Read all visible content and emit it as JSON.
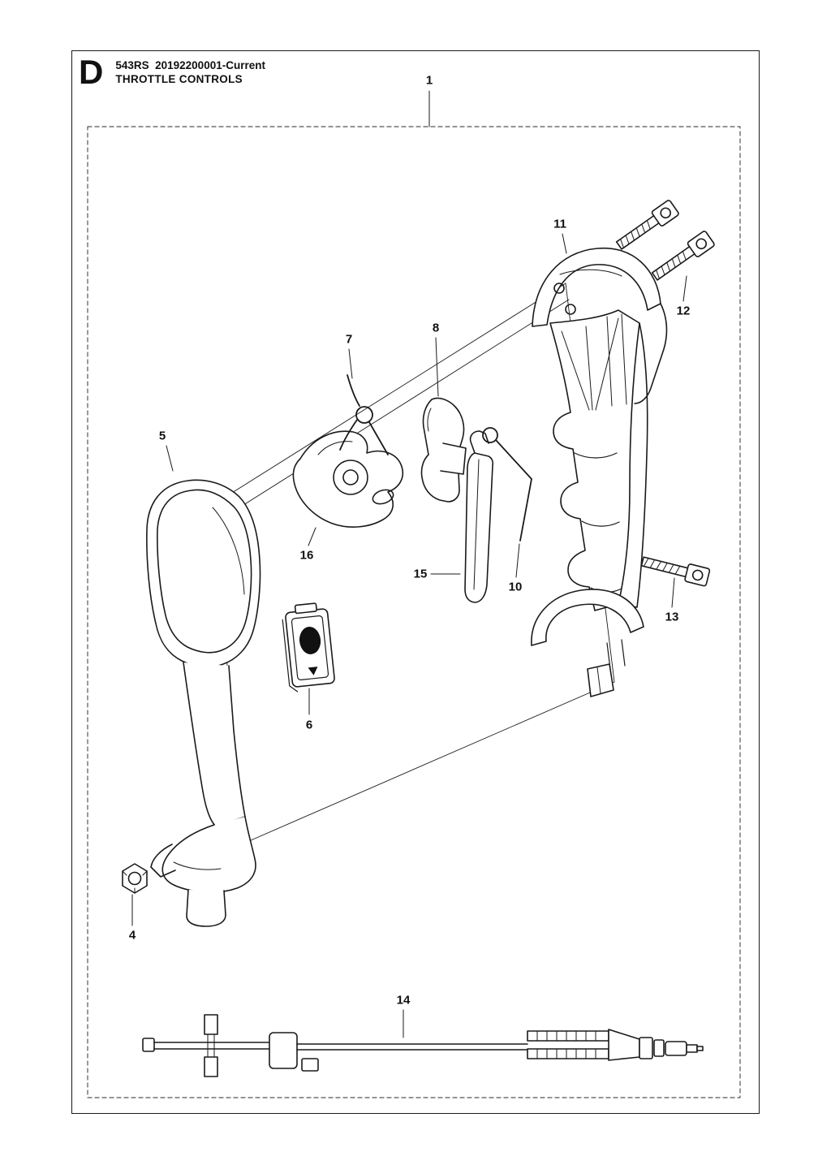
{
  "header": {
    "section_letter": "D",
    "model_line": "543RS  20192200001-Current",
    "subtitle": "THROTTLE CONTROLS"
  },
  "colors": {
    "line": "#1a1a1a",
    "dashed_boundary": "#555555",
    "background": "#ffffff"
  },
  "callouts": {
    "c1": {
      "label": "1"
    },
    "c4": {
      "label": "4"
    },
    "c5": {
      "label": "5"
    },
    "c6": {
      "label": "6"
    },
    "c7": {
      "label": "7"
    },
    "c8": {
      "label": "8"
    },
    "c10": {
      "label": "10"
    },
    "c11": {
      "label": "11"
    },
    "c12": {
      "label": "12"
    },
    "c13": {
      "label": "13"
    },
    "c14": {
      "label": "14"
    },
    "c15": {
      "label": "15"
    },
    "c16": {
      "label": "16"
    }
  }
}
